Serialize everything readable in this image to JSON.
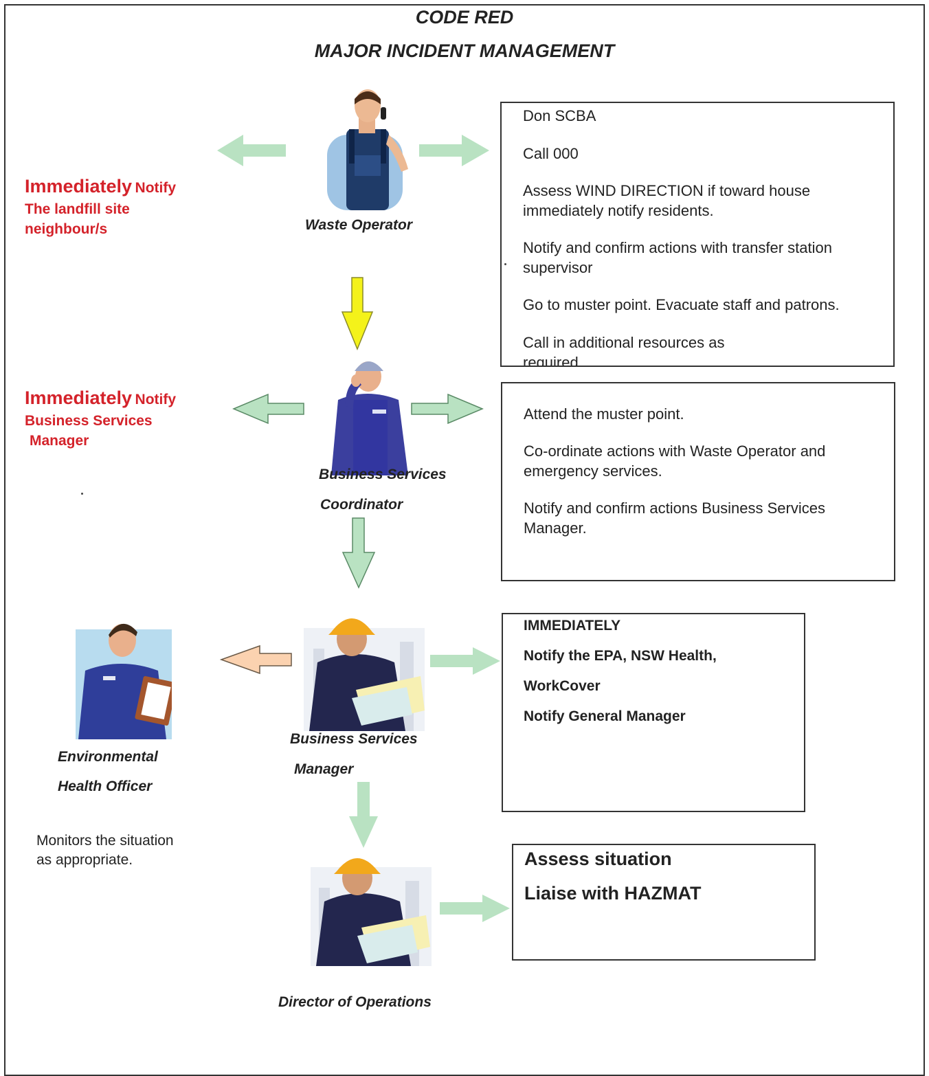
{
  "header": {
    "line1": "CODE RED",
    "line2": "MAJOR INCIDENT MANAGEMENT"
  },
  "left_notes": {
    "neighbour": {
      "strong": "Immediately",
      "notify": "Notify",
      "line2": "The landfill site",
      "line3": "neighbour/s"
    },
    "bsm": {
      "strong": "Immediately",
      "notify": "Notify",
      "line2": "Business Services",
      "line3": "Manager"
    }
  },
  "roles": {
    "waste_operator": "Waste Operator",
    "bsc_line1": "Business Services",
    "bsc_line2": "Coordinator",
    "bsm_line1": "Business Services",
    "bsm_line2": "Manager",
    "eho_line1": "Environmental",
    "eho_line2": "Health Officer",
    "director": "Director of Operations"
  },
  "boxes": {
    "waste_operator_actions": [
      "Don SCBA",
      "Call 000",
      "Assess WIND DIRECTION if toward house immediately notify residents.",
      "Notify and confirm actions with transfer station supervisor",
      "Go to muster point. Evacuate staff and patrons.",
      "Call in additional resources as required."
    ],
    "coordinator_actions": [
      "Attend the muster point.",
      "Co-ordinate actions with Waste Operator and emergency services.",
      "Notify and confirm actions Business Services Manager."
    ],
    "manager_actions": [
      "IMMEDIATELY",
      "Notify the EPA, NSW Health,",
      "WorkCover",
      "Notify General Manager"
    ],
    "director_actions": [
      "Assess situation",
      "Liaise with HAZMAT"
    ]
  },
  "eho_note": {
    "line1": "Monitors the situation",
    "line2": "as appropriate."
  },
  "colors": {
    "alert_red": "#d4222a",
    "arrow_green": "#b9e2c2",
    "arrow_yellow": "#f4f21a",
    "arrow_peach": "#fbd2b0"
  }
}
